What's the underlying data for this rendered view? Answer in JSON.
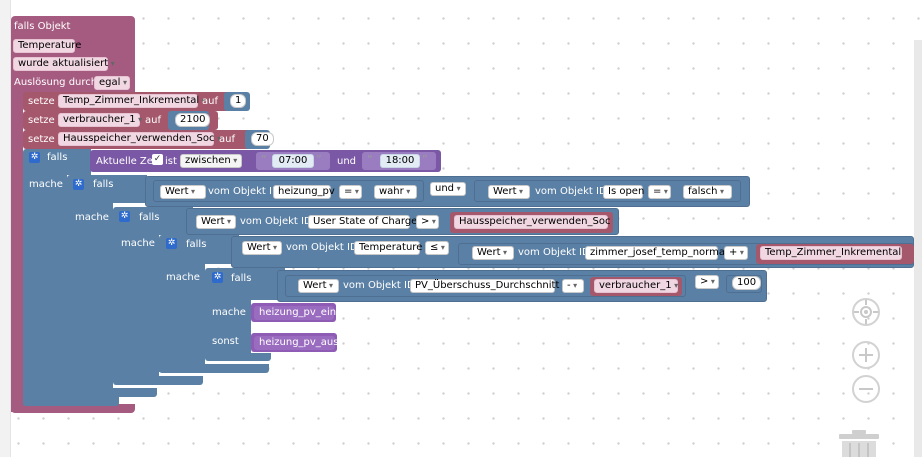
{
  "trigger": {
    "title": "falls Objekt",
    "object": "Temperature",
    "event": "wurde aktualisiert",
    "trigger_label": "Auslösung durch",
    "trigger_value": "egal"
  },
  "setters": [
    {
      "keyword": "setze",
      "var": "Temp_Zimmer_Inkremental",
      "to": "auf",
      "value": "1"
    },
    {
      "keyword": "setze",
      "var": "verbraucher_1",
      "to": "auf",
      "value": "2100"
    },
    {
      "keyword": "setze",
      "var": "Hausspeicher_verwenden_Soc",
      "to": "auf",
      "value": "70"
    }
  ],
  "if1": {
    "falls": "falls",
    "mache": "mache",
    "time_label": "Aktuelle Zeit",
    "ist": "ist",
    "op": "zwischen",
    "from": "07:00",
    "und": "und",
    "to": "18:00"
  },
  "if2": {
    "falls": "falls",
    "mache": "mache",
    "a_attr": "Wert",
    "a_text": "vom Objekt ID",
    "a_id": "heizung_pv",
    "a_op": "=",
    "a_val": "wahr",
    "und": "und",
    "b_attr": "Wert",
    "b_text": "vom Objekt ID",
    "b_id": "Is open",
    "b_op": "=",
    "b_val": "falsch"
  },
  "if3": {
    "falls": "falls",
    "mache": "mache",
    "attr": "Wert",
    "text": "vom Objekt ID",
    "id": "User State of Charge",
    "op": ">",
    "var": "Hausspeicher_verwenden_Soc"
  },
  "if4": {
    "falls": "falls",
    "mache": "mache",
    "attr": "Wert",
    "text": "vom Objekt ID",
    "id": "Temperature",
    "op": "≤",
    "r_attr": "Wert",
    "r_text": "vom Objekt ID",
    "r_id": "zimmer_josef_temp_normal",
    "r_op": "+",
    "r_var": "Temp_Zimmer_Inkremental"
  },
  "if5": {
    "falls": "falls",
    "mache": "mache",
    "sonst": "sonst",
    "attr": "Wert",
    "text": "vom Objekt ID",
    "id": "PV_Überschuss_Durchschnitt",
    "minus": "-",
    "var": "verbraucher_1",
    "op": ">",
    "value": "100",
    "then_call": "heizung_pv_ein",
    "else_call": "heizung_pv_aus"
  },
  "colors": {
    "trigger": "#a55b80",
    "variables": "#a5586c",
    "logic": "#5b80a5",
    "time": "#7a58a5",
    "procedure": "#8e5bb5",
    "gear": "#2f6bcd"
  },
  "workspace_controls": [
    "target-icon",
    "zoom-in-icon",
    "zoom-out-icon",
    "trash-icon"
  ]
}
